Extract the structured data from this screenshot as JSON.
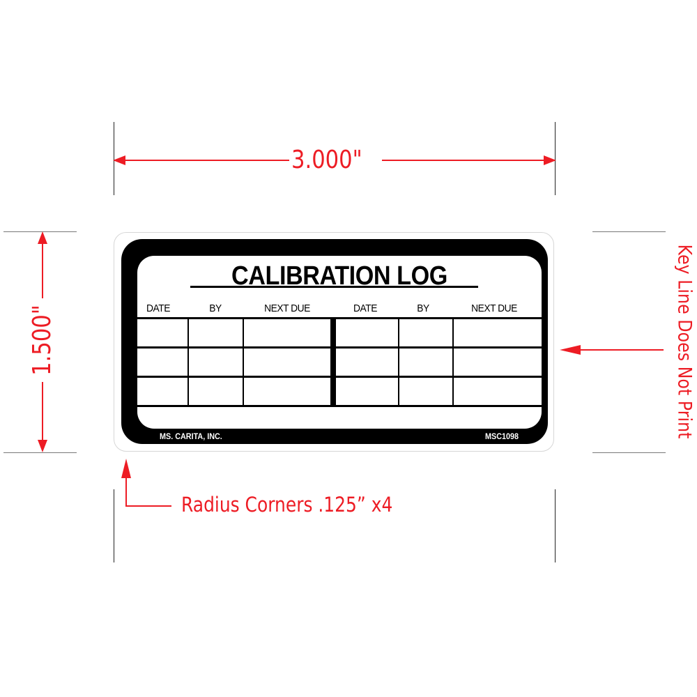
{
  "diagram": {
    "width_dimension": "3.000\"",
    "height_dimension": "1.500\"",
    "keyline_note": "Key Line Does Not Print",
    "corner_note": "Radius Corners .125” x4",
    "annotation_color": "#ed1c24"
  },
  "label": {
    "title": "CALIBRATION LOG",
    "headers": [
      "DATE",
      "BY",
      "NEXT DUE",
      "DATE",
      "BY",
      "NEXT DUE"
    ],
    "rows": [
      [
        "",
        "",
        "",
        "",
        "",
        ""
      ],
      [
        "",
        "",
        "",
        "",
        "",
        ""
      ],
      [
        "",
        "",
        "",
        "",
        "",
        ""
      ]
    ],
    "footer_left": "MS. CARITA, INC.",
    "footer_right": "MSC1098",
    "frame_color": "#000000",
    "background_color": "#ffffff"
  }
}
